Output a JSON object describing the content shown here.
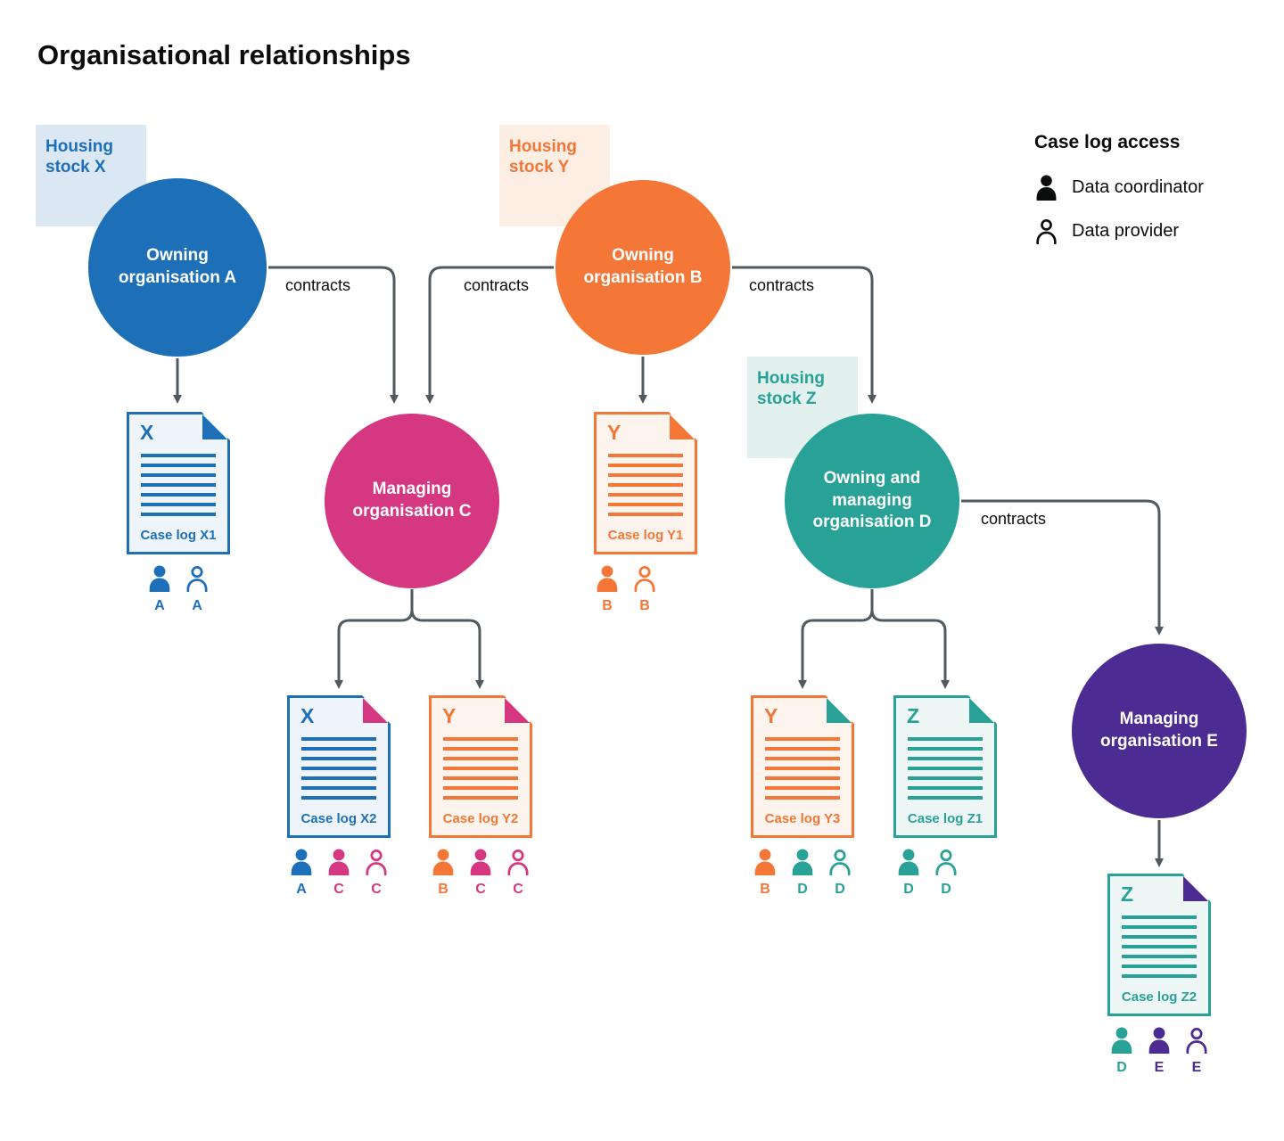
{
  "title": "Organisational relationships",
  "legend": {
    "title": "Case log access",
    "items": [
      {
        "icon": "data-coordinator-icon",
        "label": "Data coordinator"
      },
      {
        "icon": "data-provider-icon",
        "label": "Data provider"
      }
    ]
  },
  "colors": {
    "blue": "#1d70b8",
    "orange": "#f47738",
    "pink": "#d53880",
    "teal": "#28a197",
    "purple": "#4c2c92",
    "arrow": "#505a5f"
  },
  "housing_stocks": [
    {
      "id": "X",
      "label": "Housing stock X",
      "color": "#1d70b8",
      "bg": "#dbe7f3"
    },
    {
      "id": "Y",
      "label": "Housing stock Y",
      "color": "#f47738",
      "bg": "#fdeee4"
    },
    {
      "id": "Z",
      "label": "Housing stock Z",
      "color": "#28a197",
      "bg": "#e2f0ee"
    }
  ],
  "organisations": [
    {
      "id": "A",
      "label": "Owning organisation A",
      "color": "#1d70b8"
    },
    {
      "id": "B",
      "label": "Owning organisation B",
      "color": "#f47738"
    },
    {
      "id": "C",
      "label": "Managing organisation C",
      "color": "#d53880"
    },
    {
      "id": "D",
      "label": "Owning and managing organisation D",
      "color": "#28a197"
    },
    {
      "id": "E",
      "label": "Managing organisation E",
      "color": "#4c2c92"
    }
  ],
  "contract_edges": [
    {
      "from": "Owning organisation A",
      "to": "Managing organisation C",
      "label": "contracts"
    },
    {
      "from": "Owning organisation B",
      "to": "Managing organisation C",
      "label": "contracts"
    },
    {
      "from": "Owning organisation B",
      "to": "Owning and managing organisation D",
      "label": "contracts"
    },
    {
      "from": "Owning and managing organisation D",
      "to": "Managing organisation E",
      "label": "contracts"
    }
  ],
  "case_logs": [
    {
      "id": "X1",
      "letter": "X",
      "label": "Case log X1",
      "color": "#1d70b8",
      "fold_color": "#1d70b8",
      "access": [
        {
          "icon": "data-coordinator-icon",
          "letter": "A",
          "color": "#1d70b8"
        },
        {
          "icon": "data-provider-icon",
          "letter": "A",
          "color": "#1d70b8"
        }
      ]
    },
    {
      "id": "Y1",
      "letter": "Y",
      "label": "Case log Y1",
      "color": "#f47738",
      "fold_color": "#f47738",
      "access": [
        {
          "icon": "data-coordinator-icon",
          "letter": "B",
          "color": "#f47738"
        },
        {
          "icon": "data-provider-icon",
          "letter": "B",
          "color": "#f47738"
        }
      ]
    },
    {
      "id": "X2",
      "letter": "X",
      "label": "Case log X2",
      "color": "#1d70b8",
      "fold_color": "#d53880",
      "access": [
        {
          "icon": "data-coordinator-icon",
          "letter": "A",
          "color": "#1d70b8"
        },
        {
          "icon": "data-coordinator-icon",
          "letter": "C",
          "color": "#d53880"
        },
        {
          "icon": "data-provider-icon",
          "letter": "C",
          "color": "#d53880"
        }
      ]
    },
    {
      "id": "Y2",
      "letter": "Y",
      "label": "Case log Y2",
      "color": "#f47738",
      "fold_color": "#d53880",
      "access": [
        {
          "icon": "data-coordinator-icon",
          "letter": "B",
          "color": "#f47738"
        },
        {
          "icon": "data-coordinator-icon",
          "letter": "C",
          "color": "#d53880"
        },
        {
          "icon": "data-provider-icon",
          "letter": "C",
          "color": "#d53880"
        }
      ]
    },
    {
      "id": "Y3",
      "letter": "Y",
      "label": "Case log Y3",
      "color": "#f47738",
      "fold_color": "#28a197",
      "access": [
        {
          "icon": "data-coordinator-icon",
          "letter": "B",
          "color": "#f47738"
        },
        {
          "icon": "data-coordinator-icon",
          "letter": "D",
          "color": "#28a197"
        },
        {
          "icon": "data-provider-icon",
          "letter": "D",
          "color": "#28a197"
        }
      ]
    },
    {
      "id": "Z1",
      "letter": "Z",
      "label": "Case log Z1",
      "color": "#28a197",
      "fold_color": "#28a197",
      "access": [
        {
          "icon": "data-coordinator-icon",
          "letter": "D",
          "color": "#28a197"
        },
        {
          "icon": "data-provider-icon",
          "letter": "D",
          "color": "#28a197"
        }
      ]
    },
    {
      "id": "Z2",
      "letter": "Z",
      "label": "Case log Z2",
      "color": "#28a197",
      "fold_color": "#4c2c92",
      "access": [
        {
          "icon": "data-coordinator-icon",
          "letter": "D",
          "color": "#28a197"
        },
        {
          "icon": "data-coordinator-icon",
          "letter": "E",
          "color": "#4c2c92"
        },
        {
          "icon": "data-provider-icon",
          "letter": "E",
          "color": "#4c2c92"
        }
      ]
    }
  ]
}
